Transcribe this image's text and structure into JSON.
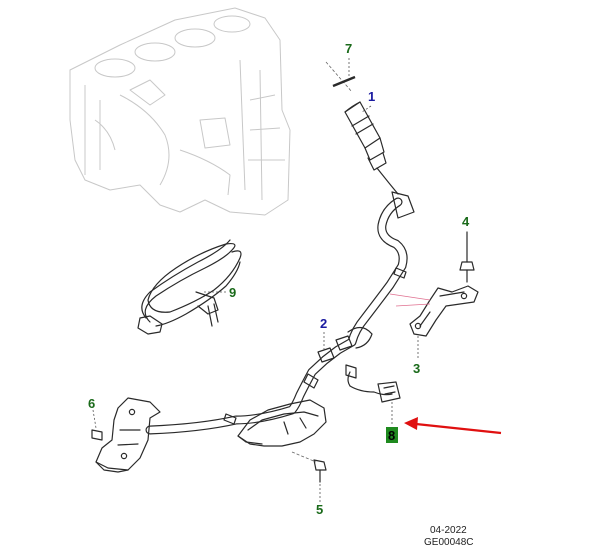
{
  "callouts": {
    "c1": "1",
    "c2": "2",
    "c3": "3",
    "c4": "4",
    "c5": "5",
    "c6": "6",
    "c7": "7",
    "c8": "8",
    "c9": "9"
  },
  "footer": {
    "date": "04-2022",
    "code": "GE00048C"
  },
  "colors": {
    "blue_callout": "#1a1aa0",
    "green_callout": "#1a6a1a",
    "highlight_box": "#1f8a1f",
    "arrow": "#e01010",
    "line_art": "#2a2a2a",
    "engine_block_faint": "#c8c8c8"
  }
}
